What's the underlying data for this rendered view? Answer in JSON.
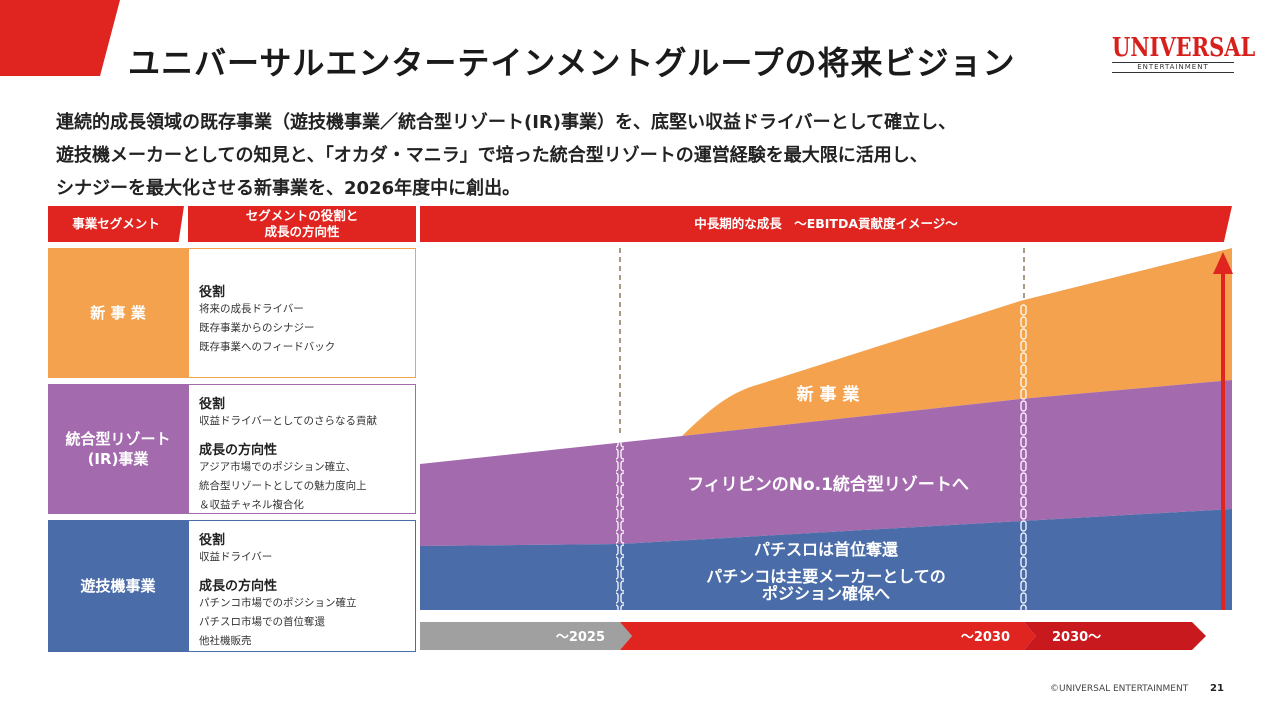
{
  "title": "ユニバーサルエンターテインメントグループの将来ビジョン",
  "logo": {
    "word": "UNIVERSAL",
    "sub": "ENTERTAINMENT"
  },
  "intro": [
    "連続的成長領域の既存事業（遊技機事業／統合型リゾート(IR)事業）を、底堅い収益ドライバーとして確立し、",
    "遊技機メーカーとしての知見と、「オカダ・マニラ」で培った統合型リゾートの運営経験を最大限に活用し、",
    "シナジーを最大化させる新事業を、2026年度中に創出。"
  ],
  "headers": {
    "segment": "事業セグメント",
    "role_line1": "セグメントの役割と",
    "role_line2": "成長の方向性",
    "growth": "中長期的な成長　～EBITDA貢献度イメージ～"
  },
  "segments": [
    {
      "name": "新 事 業",
      "color": "#f4a24e",
      "border": "#f4a24e",
      "role_heading": "役割",
      "role_items": [
        "将来の成長ドライバー",
        "既存事業からのシナジー",
        "既存事業へのフィードバック"
      ]
    },
    {
      "name_line1": "統合型リゾート",
      "name_line2": "(IR)事業",
      "color": "#a46aae",
      "border": "#a46aae",
      "role_heading": "役割",
      "role_items": [
        "収益ドライバーとしてのさらなる貢献"
      ],
      "direction_heading": "成長の方向性",
      "direction_items": [
        "アジア市場でのポジション確立、",
        "統合型リゾートとしての魅力度向上",
        "＆収益チャネル複合化"
      ]
    },
    {
      "name": "遊技機事業",
      "color": "#4a6ca8",
      "border": "#4a6ca8",
      "role_heading": "役割",
      "role_items": [
        "収益ドライバー"
      ],
      "direction_heading": "成長の方向性",
      "direction_items": [
        "パチンコ市場でのポジション確立",
        "パチスロ市場での首位奪還",
        "他社機販売"
      ]
    }
  ],
  "chart_labels": {
    "new_business": "新 事 業",
    "ir": "フィリピンのNo.1統合型リゾートへ",
    "game_line1": "パチスロは首位奪還",
    "game_line2": "パチンコは主要メーカーとしての",
    "game_line3": "ポジション確保へ"
  },
  "timeline": [
    "～2025",
    "～2030",
    "2030～"
  ],
  "colors": {
    "red": "#e0241f",
    "dark_red": "#c8191f",
    "gray": "#a0a0a0",
    "orange": "#f4a24e",
    "purple": "#a46aae",
    "blue": "#4a6ca8"
  },
  "footer": "©UNIVERSAL ENTERTAINMENT",
  "page_number": "21"
}
